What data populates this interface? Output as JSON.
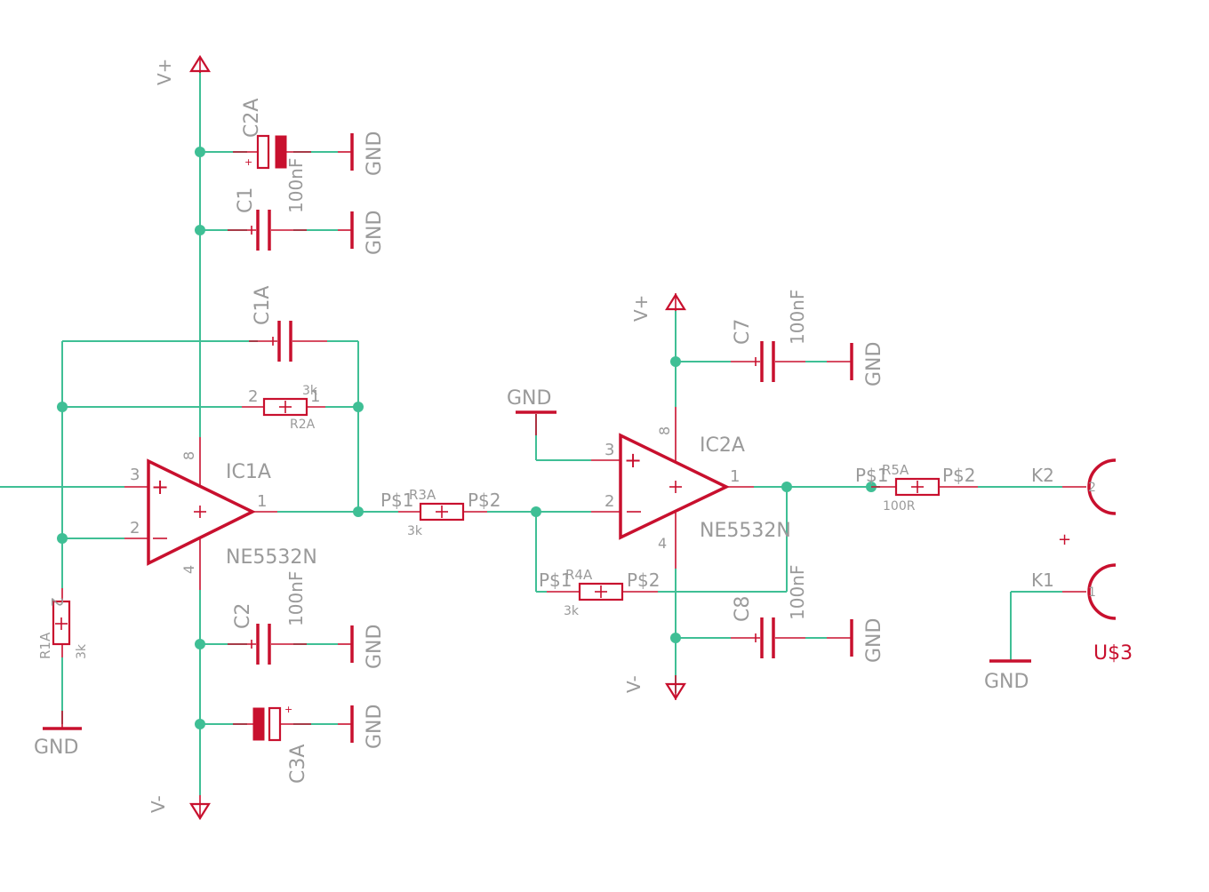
{
  "supply": {
    "vplus": "V+",
    "vminus": "V-",
    "gnd": "GND"
  },
  "ic1": {
    "name": "IC1A",
    "part": "NE5532N",
    "pin_plus": "3",
    "pin_minus": "2",
    "pin_out": "1",
    "pin_vcc": "8",
    "pin_vee": "4"
  },
  "ic2": {
    "name": "IC2A",
    "part": "NE5532N",
    "pin_plus": "3",
    "pin_minus": "2",
    "pin_out": "1",
    "pin_vcc": "8",
    "pin_vee": "4"
  },
  "caps": {
    "c2a": {
      "name": "C2A"
    },
    "c1": {
      "name": "C1",
      "value": "100nF"
    },
    "c1a": {
      "name": "C1A"
    },
    "c2": {
      "name": "C2",
      "value": "100nF"
    },
    "c3a": {
      "name": "C3A"
    },
    "c7": {
      "name": "C7",
      "value": "100nF"
    },
    "c8": {
      "name": "C8",
      "value": "100nF"
    }
  },
  "resistors": {
    "r2a": {
      "name": "R2A",
      "value": "3k",
      "pin_a": "2",
      "pin_b": "1"
    },
    "r1a": {
      "name": "R1A",
      "value": "3k",
      "pin_a": "2"
    },
    "r3a": {
      "name": "R3A",
      "value": "3k",
      "pin_a": "P$1",
      "pin_b": "P$2"
    },
    "r4a": {
      "name": "R4A",
      "value": "3k",
      "pin_a": "P$1",
      "pin_b": "P$2"
    },
    "r5a": {
      "name": "R5A",
      "value": "100R",
      "pin_a": "P$1",
      "pin_b": "P$2"
    }
  },
  "connector": {
    "name": "U$3",
    "k2": "K2",
    "k1": "K1",
    "k2_pin": "2",
    "k1_pin": "1"
  },
  "colors": {
    "wire": "#3fbf95",
    "symbol": "#c8102e",
    "label": "#9a9a9a"
  }
}
